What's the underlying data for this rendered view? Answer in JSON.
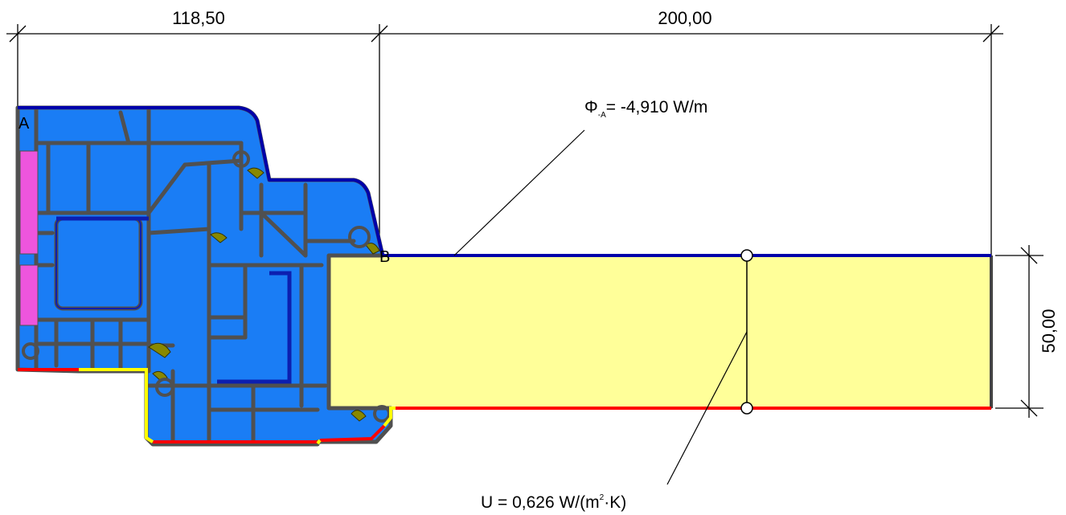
{
  "dimensions": {
    "frame_width": "118,50",
    "panel_width": "200,00",
    "panel_thickness": "50,00"
  },
  "points": {
    "a": "A",
    "b": "B"
  },
  "annotations": {
    "phi": {
      "symbol": "Φ",
      "subscript": "-A",
      "value": "= -4,910 W/m"
    },
    "u": {
      "prefix": "U = 0,626 W/(m",
      "superscript": "2",
      "suffix": "·K)"
    }
  },
  "colors": {
    "frame_fill": "#1a7df5",
    "frame_wall": "#505050",
    "panel_fill": "#ffff99",
    "interior_boundary": "#0000aa",
    "exterior_boundary": "#ff0000",
    "adiabatic_boundary": "#ffff00",
    "gasket": "#ee55dd",
    "seal": "#888800"
  }
}
